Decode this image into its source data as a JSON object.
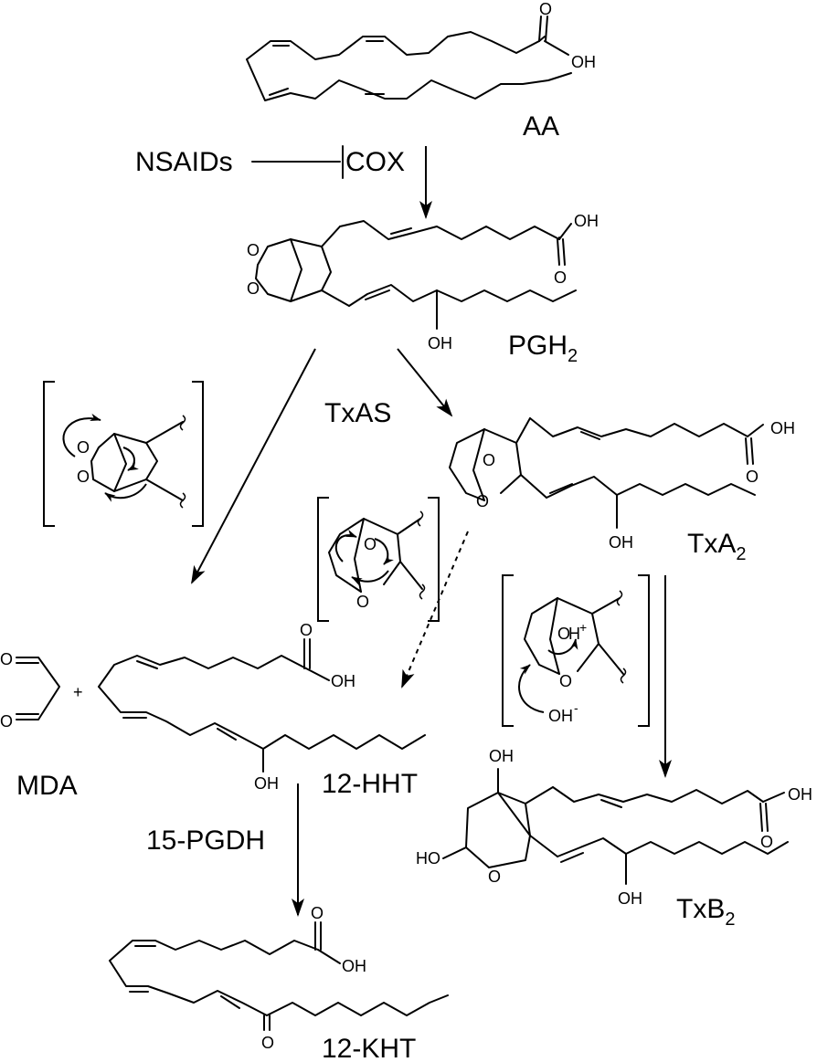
{
  "compounds": {
    "aa": "AA",
    "pgh2_main": "PGH",
    "pgh2_sub": "2",
    "txa2_main": "TxA",
    "txa2_sub": "2",
    "txb2_main": "TxB",
    "txb2_sub": "2",
    "mda": "MDA",
    "hht": "12-HHT",
    "kht": "12-KHT"
  },
  "enzymes": {
    "nsaids": "NSAIDs",
    "cox": "COX",
    "txas": "TxAS",
    "pgdh": "15-PGDH"
  },
  "atoms": {
    "oh": "OH",
    "ho": "HO",
    "o": "O",
    "h": "H",
    "plus_charge": "+",
    "hydroxide": "OH",
    "minus_charge": "-",
    "plus": "+"
  }
}
